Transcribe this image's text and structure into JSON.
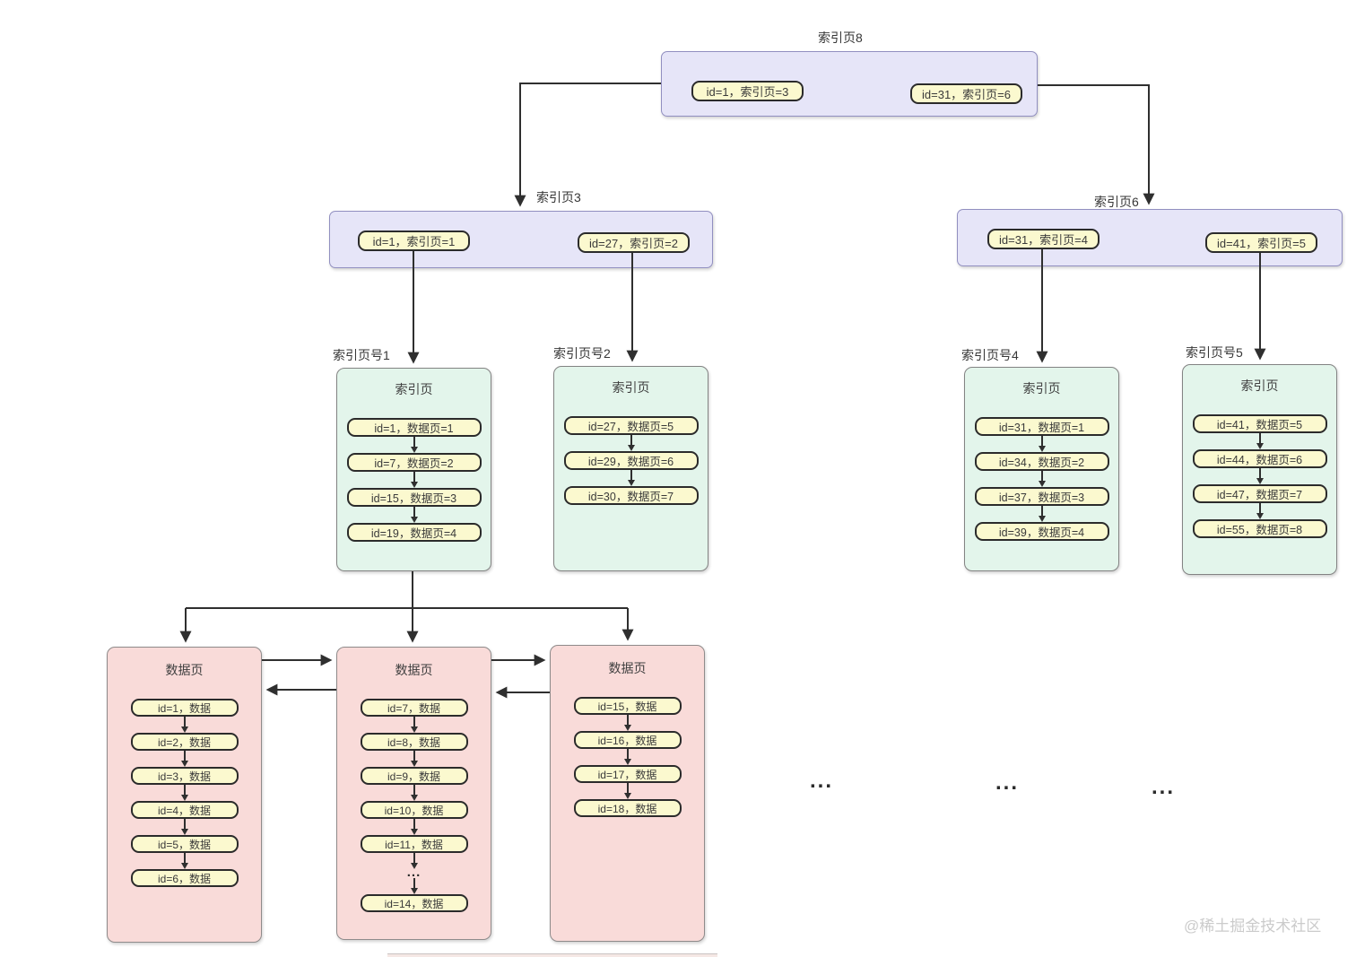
{
  "diagram": {
    "root": {
      "label": "索引页8",
      "items": [
        "id=1，索引页=3",
        "id=31，索引页=6"
      ]
    },
    "branches": [
      {
        "label": "索引页3",
        "items": [
          "id=1，索引页=1",
          "id=27，索引页=2"
        ]
      },
      {
        "label": "索引页6",
        "items": [
          "id=31，索引页=4",
          "id=41，索引页=5"
        ]
      }
    ],
    "index_pages": [
      {
        "label": "索引页号1",
        "title": "索引页",
        "items": [
          "id=1，数据页=1",
          "id=7，数据页=2",
          "id=15，数据页=3",
          "id=19，数据页=4"
        ]
      },
      {
        "label": "索引页号2",
        "title": "索引页",
        "items": [
          "id=27，数据页=5",
          "id=29，数据页=6",
          "id=30，数据页=7"
        ]
      },
      {
        "label": "索引页号4",
        "title": "索引页",
        "items": [
          "id=31，数据页=1",
          "id=34，数据页=2",
          "id=37，数据页=3",
          "id=39，数据页=4"
        ]
      },
      {
        "label": "索引页号5",
        "title": "索引页",
        "items": [
          "id=41，数据页=5",
          "id=44，数据页=6",
          "id=47，数据页=7",
          "id=55，数据页=8"
        ]
      }
    ],
    "data_pages": [
      {
        "title": "数据页",
        "items": [
          "id=1，数据",
          "id=2，数据",
          "id=3，数据",
          "id=4，数据",
          "id=5，数据",
          "id=6，数据"
        ]
      },
      {
        "title": "数据页",
        "items": [
          "id=7，数据",
          "id=8，数据",
          "id=9，数据",
          "id=10，数据",
          "id=11，数据"
        ],
        "ellipsis": "...",
        "tail_item": "id=14，数据"
      },
      {
        "title": "数据页",
        "items": [
          "id=15，数据",
          "id=16，数据",
          "id=17，数据",
          "id=18，数据"
        ]
      }
    ],
    "ellipses": [
      "...",
      "...",
      "..."
    ],
    "watermark": "@稀土掘金技术社区",
    "colors": {
      "branch_fill": "#e6e5f8",
      "leaf_index_fill": "#e3f5eb",
      "data_page_fill": "#f9dbd9",
      "entry_fill": "#fbf9cf",
      "line": "#2f2f2f"
    }
  }
}
